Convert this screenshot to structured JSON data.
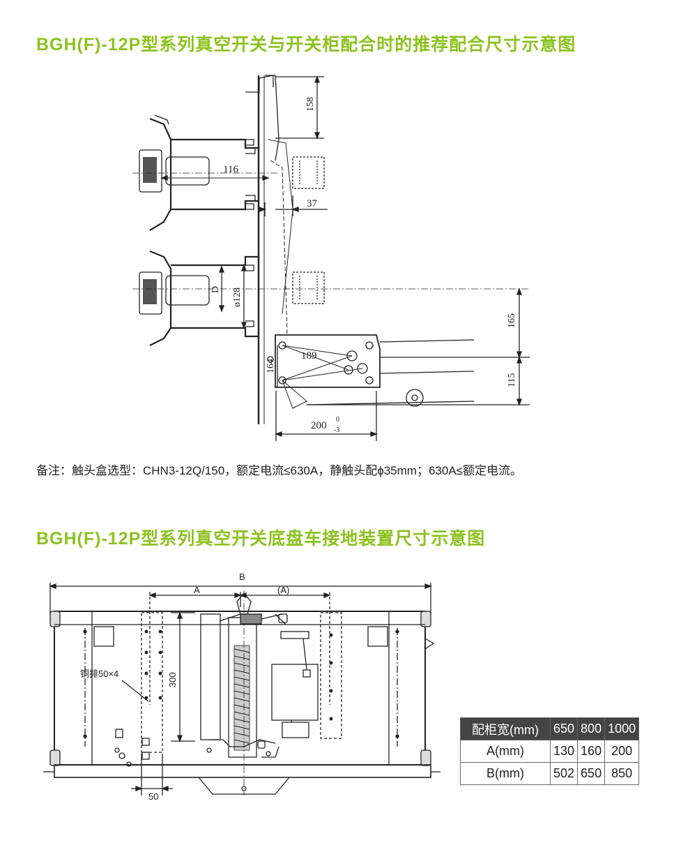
{
  "title1": "BGH(F)-12P型系列真空开关与开关柜配合时的推荐配合尺寸示意图",
  "title2": "BGH(F)-12P型系列真空开关底盘车接地装置尺寸示意图",
  "note": "备注：触头盒选型：CHN3-12Q/150，额定电流≤630A，静触头配ϕ35mm；630A≤额定电流。",
  "diagram1": {
    "dim_158": "158",
    "dim_116": "116",
    "dim_37": "37",
    "dim_D": "D",
    "dim_128": "ø128",
    "dim_165": "165",
    "dim_164": "164",
    "dim_189": "189",
    "dim_115": "115",
    "dim_200": "200",
    "dim_200_upper": "0",
    "dim_200_lower": "-3"
  },
  "diagram2": {
    "dim_B": "B",
    "dim_A": "A",
    "dim_A_paren": "(A)",
    "dim_300": "300",
    "dim_50": "50",
    "copper_bar": "铜排50×4"
  },
  "table": {
    "header": [
      "配柜宽(mm)",
      "650",
      "800",
      "1000"
    ],
    "rows": [
      [
        "A(mm)",
        "130",
        "160",
        "200"
      ],
      [
        "B(mm)",
        "502",
        "650",
        "850"
      ]
    ]
  },
  "colors": {
    "title": "#8cc21e",
    "table_header_bg": "#444444"
  }
}
